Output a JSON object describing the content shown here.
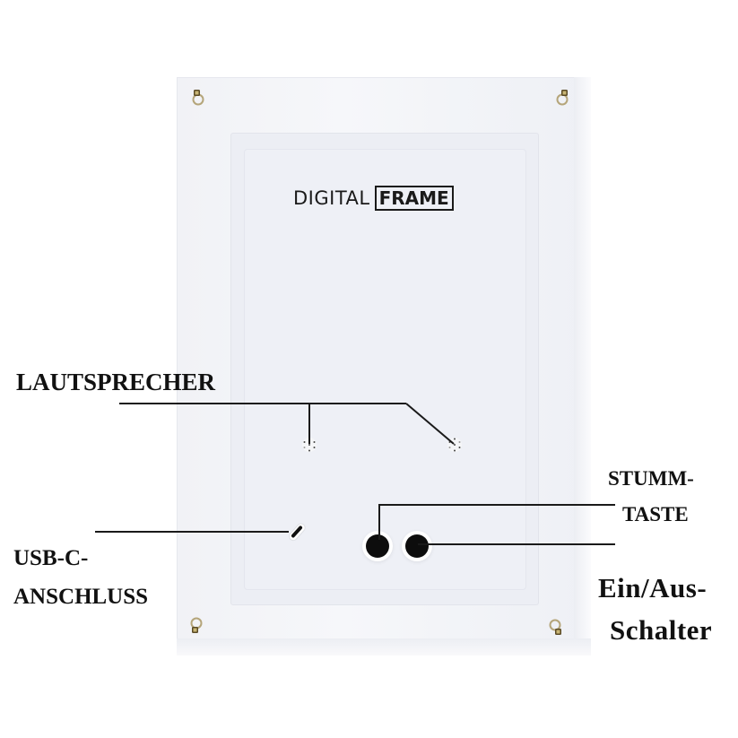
{
  "product": {
    "logo_text_regular": "DIGITAL",
    "logo_text_boxed": "FRAME"
  },
  "callouts": {
    "speaker": "LAUTSPRECHER",
    "usb_line1": "USB-C-",
    "usb_line2": "ANSCHLUSS",
    "mute_line1": "STUMM-",
    "mute_line2": "TASTE",
    "power_line1": "Ein/Aus-",
    "power_line2": "Schalter"
  },
  "icons": {
    "screws": [
      "screw-icon-top-left",
      "screw-icon-top-right",
      "screw-icon-bottom-left",
      "screw-icon-bottom-right"
    ],
    "speakers": [
      "speaker-grille-left",
      "speaker-grille-right"
    ],
    "ports": [
      "usb-c-port"
    ],
    "buttons": [
      "mute-button",
      "power-button"
    ]
  },
  "colors": {
    "background": "#ffffff",
    "plate": "#f3f4f8",
    "panel": "#eceef4",
    "label_text": "#111111",
    "line": "#1a1a1a",
    "screw_brass": "#a08a55"
  }
}
